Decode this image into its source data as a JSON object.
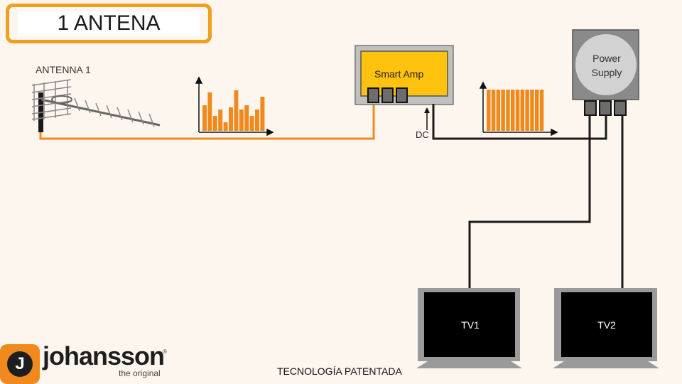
{
  "title": "1 ANTENA",
  "antenna_label": "ANTENNA 1",
  "amp_label": "Smart Amp",
  "dc_label": "DC",
  "power_supply": {
    "line1": "Power",
    "line2": "Supply"
  },
  "tvs": [
    {
      "label": "TV1"
    },
    {
      "label": "TV2"
    }
  ],
  "footer": {
    "patent": "TECNOLOGÍA PATENTADA"
  },
  "brand": {
    "name": "johansson",
    "tagline": "the original",
    "logo_letter": "J",
    "reg_mark": "®"
  },
  "colors": {
    "accent": "#f08a1e",
    "frame": "#f0a020",
    "amp_body": "#ffc20e",
    "cable": "#1a1a1a",
    "background": "#fdf6ee"
  },
  "input_spectrum_levels": [
    0.6,
    0.9,
    0.35,
    0.5,
    0.2,
    0.55,
    0.95,
    0.5,
    0.6,
    0.35,
    0.5,
    0.8
  ],
  "output_spectrum_levels": [
    1,
    1,
    1,
    1,
    1,
    1,
    1,
    1,
    1,
    1,
    1,
    1
  ]
}
